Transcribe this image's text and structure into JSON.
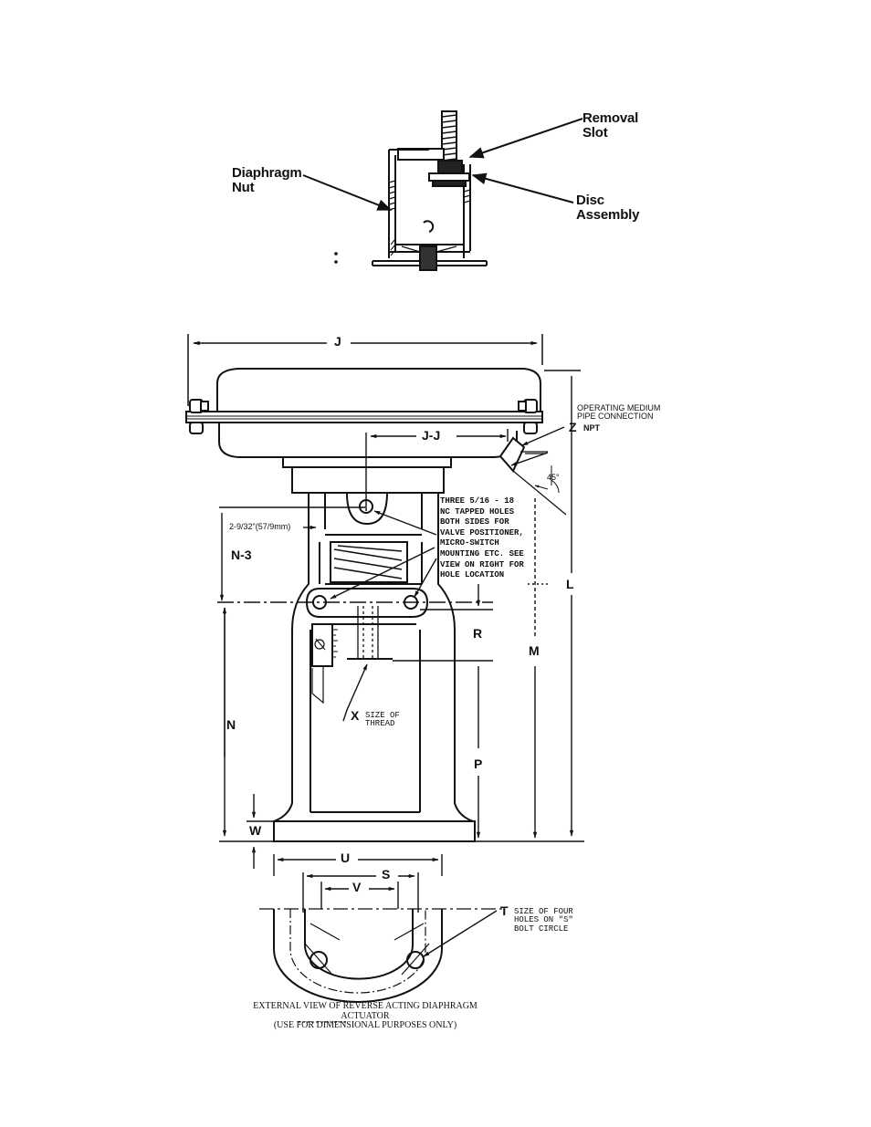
{
  "top_view": {
    "callouts": {
      "removal_slot": "Removal\nSlot",
      "diaphragm_nut": "Diaphragm\nNut",
      "disc_assembly": "Disc\nAssembly"
    }
  },
  "main_view": {
    "dimensions": {
      "j": "J",
      "j_j": "J-J",
      "z": "Z",
      "npt": "NPT",
      "angle": "45°",
      "measure_2_9_32": "2-9/32\"(57/9mm)",
      "n3": "N-3",
      "l": "L",
      "r": "R",
      "m": "M",
      "n": "N",
      "x": "X",
      "p": "P",
      "w": "W",
      "u": "U",
      "s": "S",
      "v": "V",
      "t": "T"
    },
    "notes": {
      "operating_medium": "OPERATING MEDIUM\nPIPE CONNECTION",
      "tapped_holes": "THREE 5/16 - 18\nNC TAPPED HOLES\nBOTH SIDES FOR\nVALVE POSITIONER,\nMICRO-SWITCH\nMOUNTING ETC. SEE\nVIEW ON RIGHT FOR\nHOLE LOCATION",
      "thread": "SIZE OF\nTHREAD",
      "four_holes": "SIZE OF FOUR\nHOLES ON \"S\"\nBOLT CIRCLE"
    },
    "caption": "EXTERNAL VIEW OF REVERSE ACTING DIAPHRAGM ACTUATOR\n(USE FOR DIMENSIONAL PURPOSES ONLY)"
  }
}
